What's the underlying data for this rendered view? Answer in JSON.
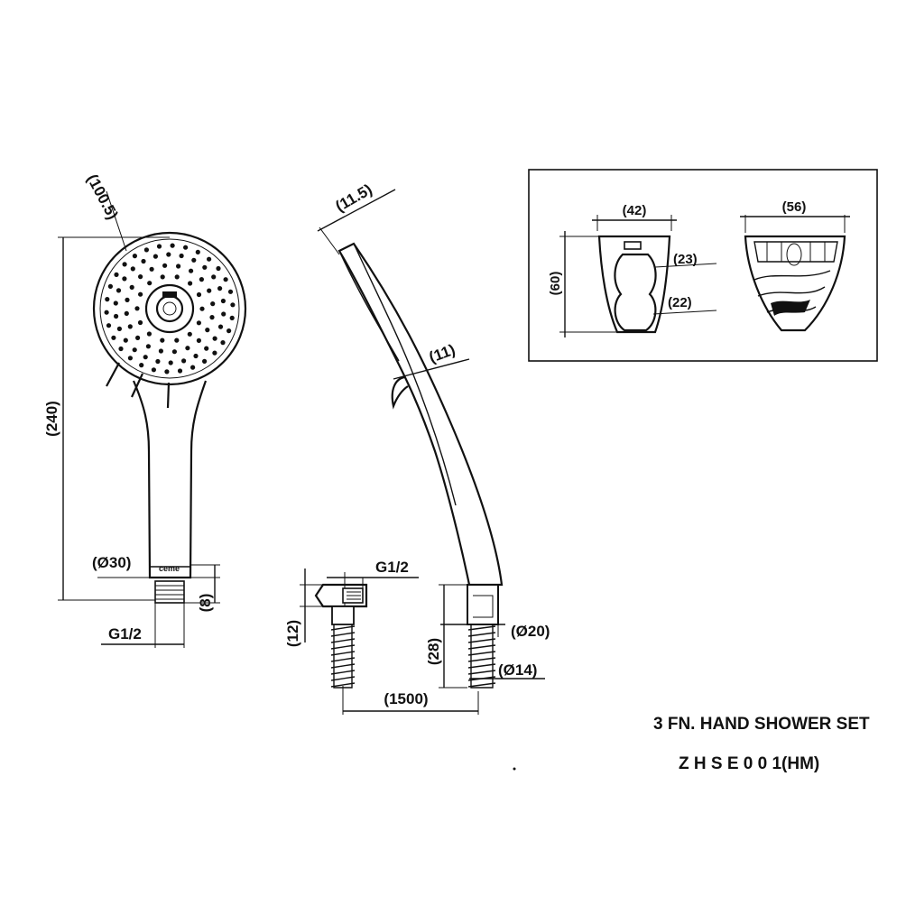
{
  "dimensions": {
    "head_diameter": "(100.5)",
    "total_length": "(240)",
    "outlet_diameter": "(Ø30)",
    "outlet_height": "(8)",
    "outlet_thread": "G1/2",
    "handle_thickness_top": "(11.5)",
    "handle_thickness": "(11)",
    "hose_thread": "G1/2",
    "hose_nut_height": "(12)",
    "hose_length": "(1500)",
    "cone_diameter": "(Ø20)",
    "cone_length": "(28)",
    "hose_diameter": "(Ø14)",
    "bracket_width_front": "(42)",
    "bracket_height": "(60)",
    "bracket_opening_top": "(23)",
    "bracket_opening_bottom": "(22)",
    "bracket_width_side": "(56)"
  },
  "labels": {
    "brand_mark": "ceme"
  },
  "title": {
    "line1": "3 FN. HAND SHOWER SET",
    "line2": "Z H S E 0 0 1(HM)"
  }
}
